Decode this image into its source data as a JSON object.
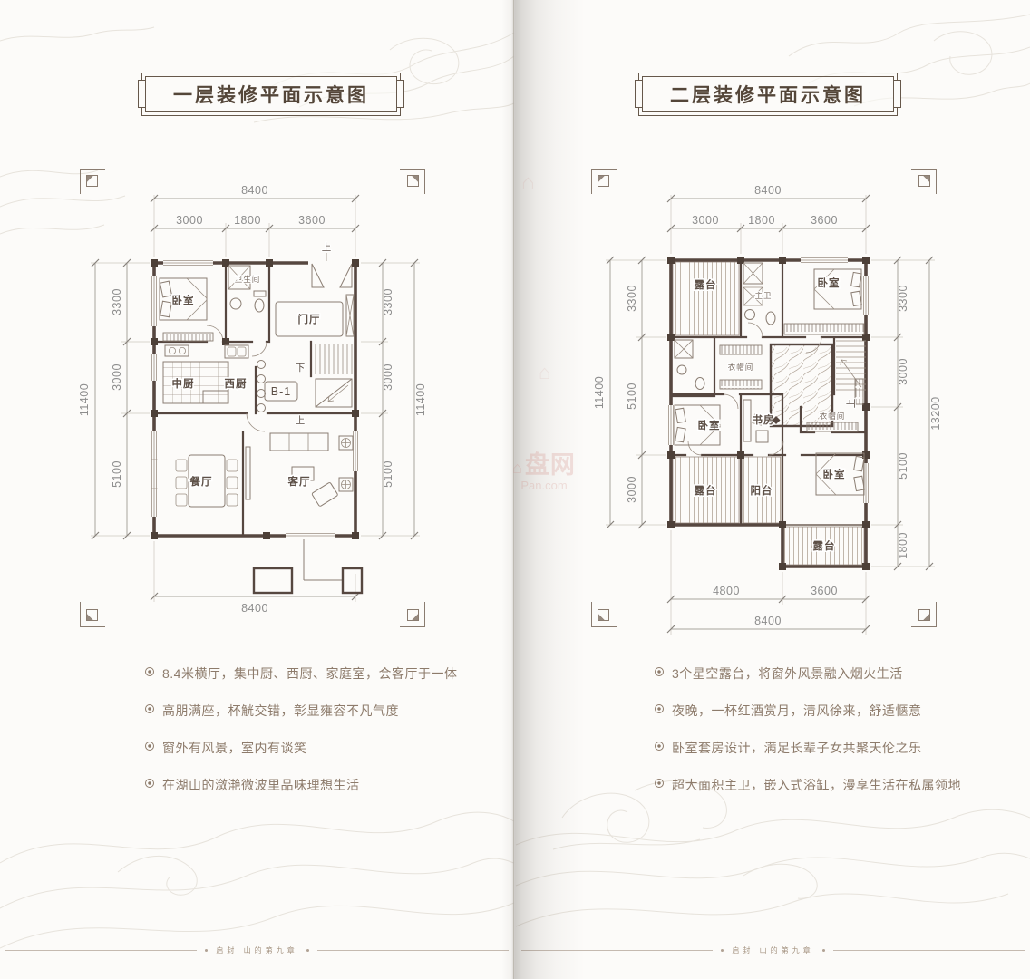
{
  "left_page": {
    "title": "一层装修平面示意图",
    "dims": {
      "top_total": "8400",
      "top_seg1": "3000",
      "top_seg2": "1800",
      "top_seg3": "3600",
      "left_total": "11400",
      "left_seg1": "3300",
      "left_seg2": "3000",
      "left_seg3": "5100",
      "right_total": "11400",
      "right_seg1": "3300",
      "right_seg2": "3000",
      "right_seg3": "5100",
      "bottom_total": "8400"
    },
    "rooms": {
      "bedroom": "卧室",
      "bathroom": "卫生间",
      "foyer": "门厅",
      "kitchen_cn": "中厨",
      "kitchen_west": "西厨",
      "unit_label": "B-1",
      "dining": "餐厅",
      "living": "客厅",
      "stair_down": "下",
      "stair_up": "上",
      "entry_up": "上"
    },
    "bullets": [
      "8.4米横厅，集中厨、西厨、家庭室，会客厅于一体",
      "高朋满座，杯觥交错，彰显雍容不凡气度",
      "窗外有风景，室内有谈笑",
      "在湖山的潋滟微波里品味理想生活"
    ],
    "footer": "启封 山的第九章"
  },
  "right_page": {
    "title": "二层装修平面示意图",
    "dims": {
      "top_total": "8400",
      "top_seg1": "3000",
      "top_seg2": "1800",
      "top_seg3": "3600",
      "left_total": "11400",
      "left_seg1": "3300",
      "left_seg2": "5100",
      "left_seg3": "3000",
      "right_total": "13200",
      "right_seg1": "3300",
      "right_seg2": "3000",
      "right_seg3": "5100",
      "right_seg4": "1800",
      "bottom_seg1": "4800",
      "bottom_seg2": "3600",
      "bottom_total": "8400"
    },
    "rooms": {
      "terrace_top": "露台",
      "master_bath": "主卫",
      "bedroom_tr": "卧室",
      "cloak_mid": "衣帽间",
      "bedroom_ml": "卧室",
      "study": "书房",
      "cloak_right": "衣帽间",
      "terrace_bl": "露台",
      "balcony": "阳台",
      "bedroom_br": "卧室",
      "terrace_bottom": "露台",
      "stair_up": "上"
    },
    "bullets": [
      "3个星空露台，将窗外风景融入烟火生活",
      "夜晚，一杯红酒赏月，清风徐来，舒适惬意",
      "卧室套房设计，满足长辈子女共聚天伦之乐",
      "超大面积主卫，嵌入式浴缸，漫享生活在私属领地"
    ],
    "footer": "启封 山的第九章"
  },
  "watermark": {
    "brand": "盘网",
    "domain": "Pan.com",
    "house_icon": "⌂"
  }
}
